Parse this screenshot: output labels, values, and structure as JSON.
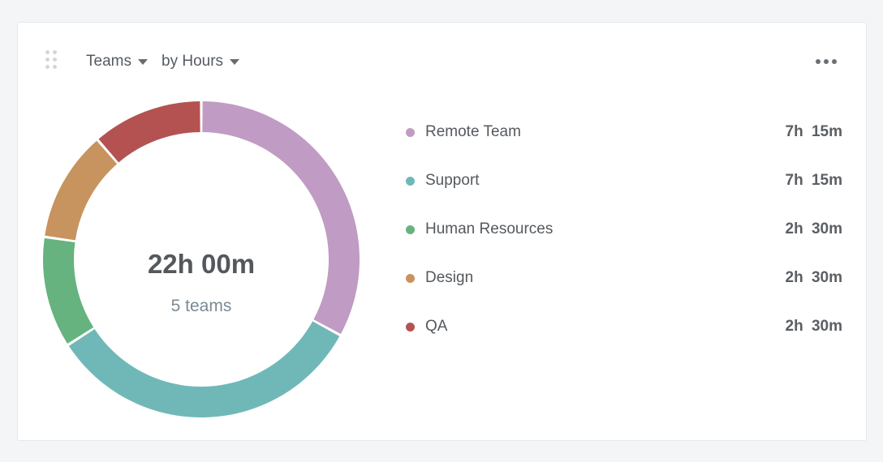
{
  "header": {
    "group_by_label": "Teams",
    "metric_label": "by Hours"
  },
  "icons": {
    "drag": "drag-handle-icon",
    "more": "more-horizontal-icon",
    "caret": "caret-down-icon"
  },
  "center": {
    "total": "22h 00m",
    "subtitle": "5 teams"
  },
  "legend": [
    {
      "label": "Remote Team",
      "value": "7h  15m"
    },
    {
      "label": "Support",
      "value": "7h  15m"
    },
    {
      "label": "Human Resources",
      "value": "2h  30m"
    },
    {
      "label": "Design",
      "value": "2h  30m"
    },
    {
      "label": "QA",
      "value": "2h  30m"
    }
  ],
  "chart_data": {
    "type": "pie",
    "variant": "donut",
    "categories": [
      "Remote Team",
      "Support",
      "Human Resources",
      "Design",
      "QA"
    ],
    "values": [
      7.25,
      7.25,
      2.5,
      2.5,
      2.5
    ],
    "unit": "hours",
    "colors": [
      "#c09bc3",
      "#70b8b8",
      "#66b37f",
      "#c7935f",
      "#b45252"
    ],
    "start": "top",
    "direction": "clockwise",
    "legend_position": "right"
  }
}
